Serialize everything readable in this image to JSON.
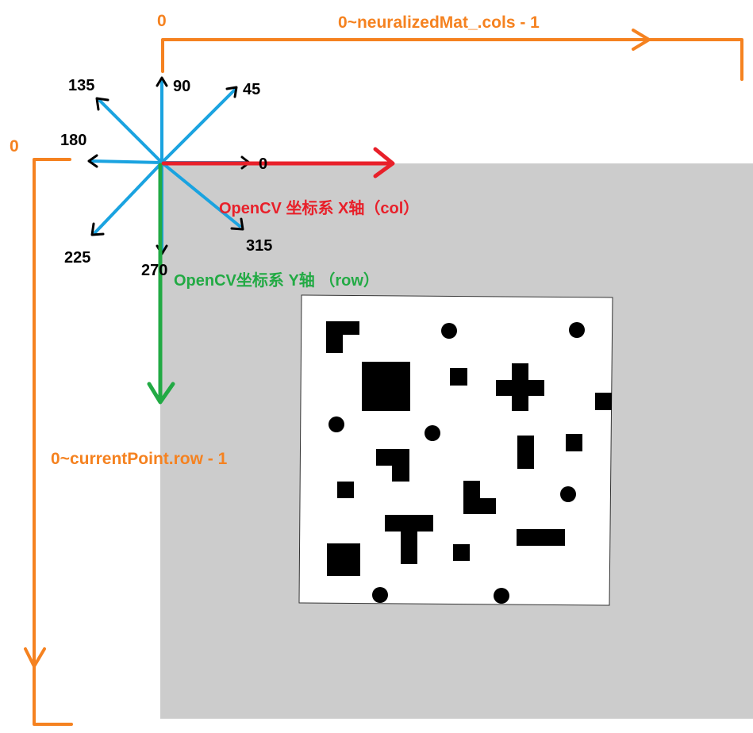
{
  "colors": {
    "orange": "#F58220",
    "red": "#E8202A",
    "green": "#22AA44",
    "blue": "#1AA3E0",
    "black": "#000000",
    "gray": "#CCCCCC",
    "white": "#FFFFFF"
  },
  "labels": {
    "top_zero": "0",
    "cols_range": "0~neuralizedMat_.cols - 1",
    "left_zero": "0",
    "rows_range": "0~currentPoint.row - 1",
    "x_axis": "OpenCV 坐标系 X轴（col）",
    "y_axis": "OpenCV坐标系 Y轴 （row）"
  },
  "directions": [
    {
      "angle": 0,
      "text": "0"
    },
    {
      "angle": 45,
      "text": "45"
    },
    {
      "angle": 90,
      "text": "90"
    },
    {
      "angle": 135,
      "text": "135"
    },
    {
      "angle": 180,
      "text": "180"
    },
    {
      "angle": 225,
      "text": "225"
    },
    {
      "angle": 270,
      "text": "270"
    },
    {
      "angle": 315,
      "text": "315"
    }
  ],
  "icons": {
    "direction_arrow": "arrow-icon",
    "marker_shapes": "shape-icon"
  }
}
